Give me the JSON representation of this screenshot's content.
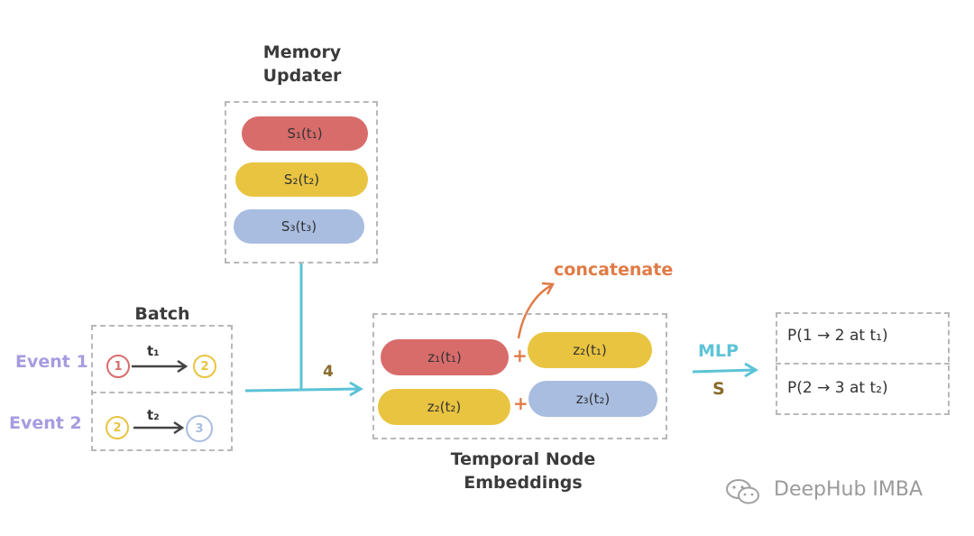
{
  "memory": {
    "title_line1": "Memory",
    "title_line2": "Updater",
    "states": [
      "S₁(t₁)",
      "S₂(t₂)",
      "S₃(t₃)"
    ]
  },
  "batch": {
    "title": "Batch",
    "events": [
      {
        "label": "Event 1",
        "src": "1",
        "dst": "2",
        "time": "t₁"
      },
      {
        "label": "Event 2",
        "src": "2",
        "dst": "3",
        "time": "t₂"
      }
    ]
  },
  "arrow_label": "4",
  "embeddings": {
    "title_line1": "Temporal Node",
    "title_line2": "Embeddings",
    "row1": [
      "z₁(t₁)",
      "z₂(t₁)"
    ],
    "row2": [
      "z₂(t₂)",
      "z₃(t₂)"
    ],
    "plus": "+",
    "concatenate": "concatenate"
  },
  "mlp": {
    "top": "MLP",
    "bottom": "S"
  },
  "predictions": [
    "P(1 → 2 at t₁)",
    "P(2 → 3 at t₂)"
  ],
  "watermark": "DeepHub IMBA",
  "colors": {
    "red": "#d86c6b",
    "yellow": "#e9c440",
    "blue": "#a8bde0",
    "cyan": "#5cc3d6",
    "orange": "#e07b46",
    "purple": "#a79be0"
  }
}
